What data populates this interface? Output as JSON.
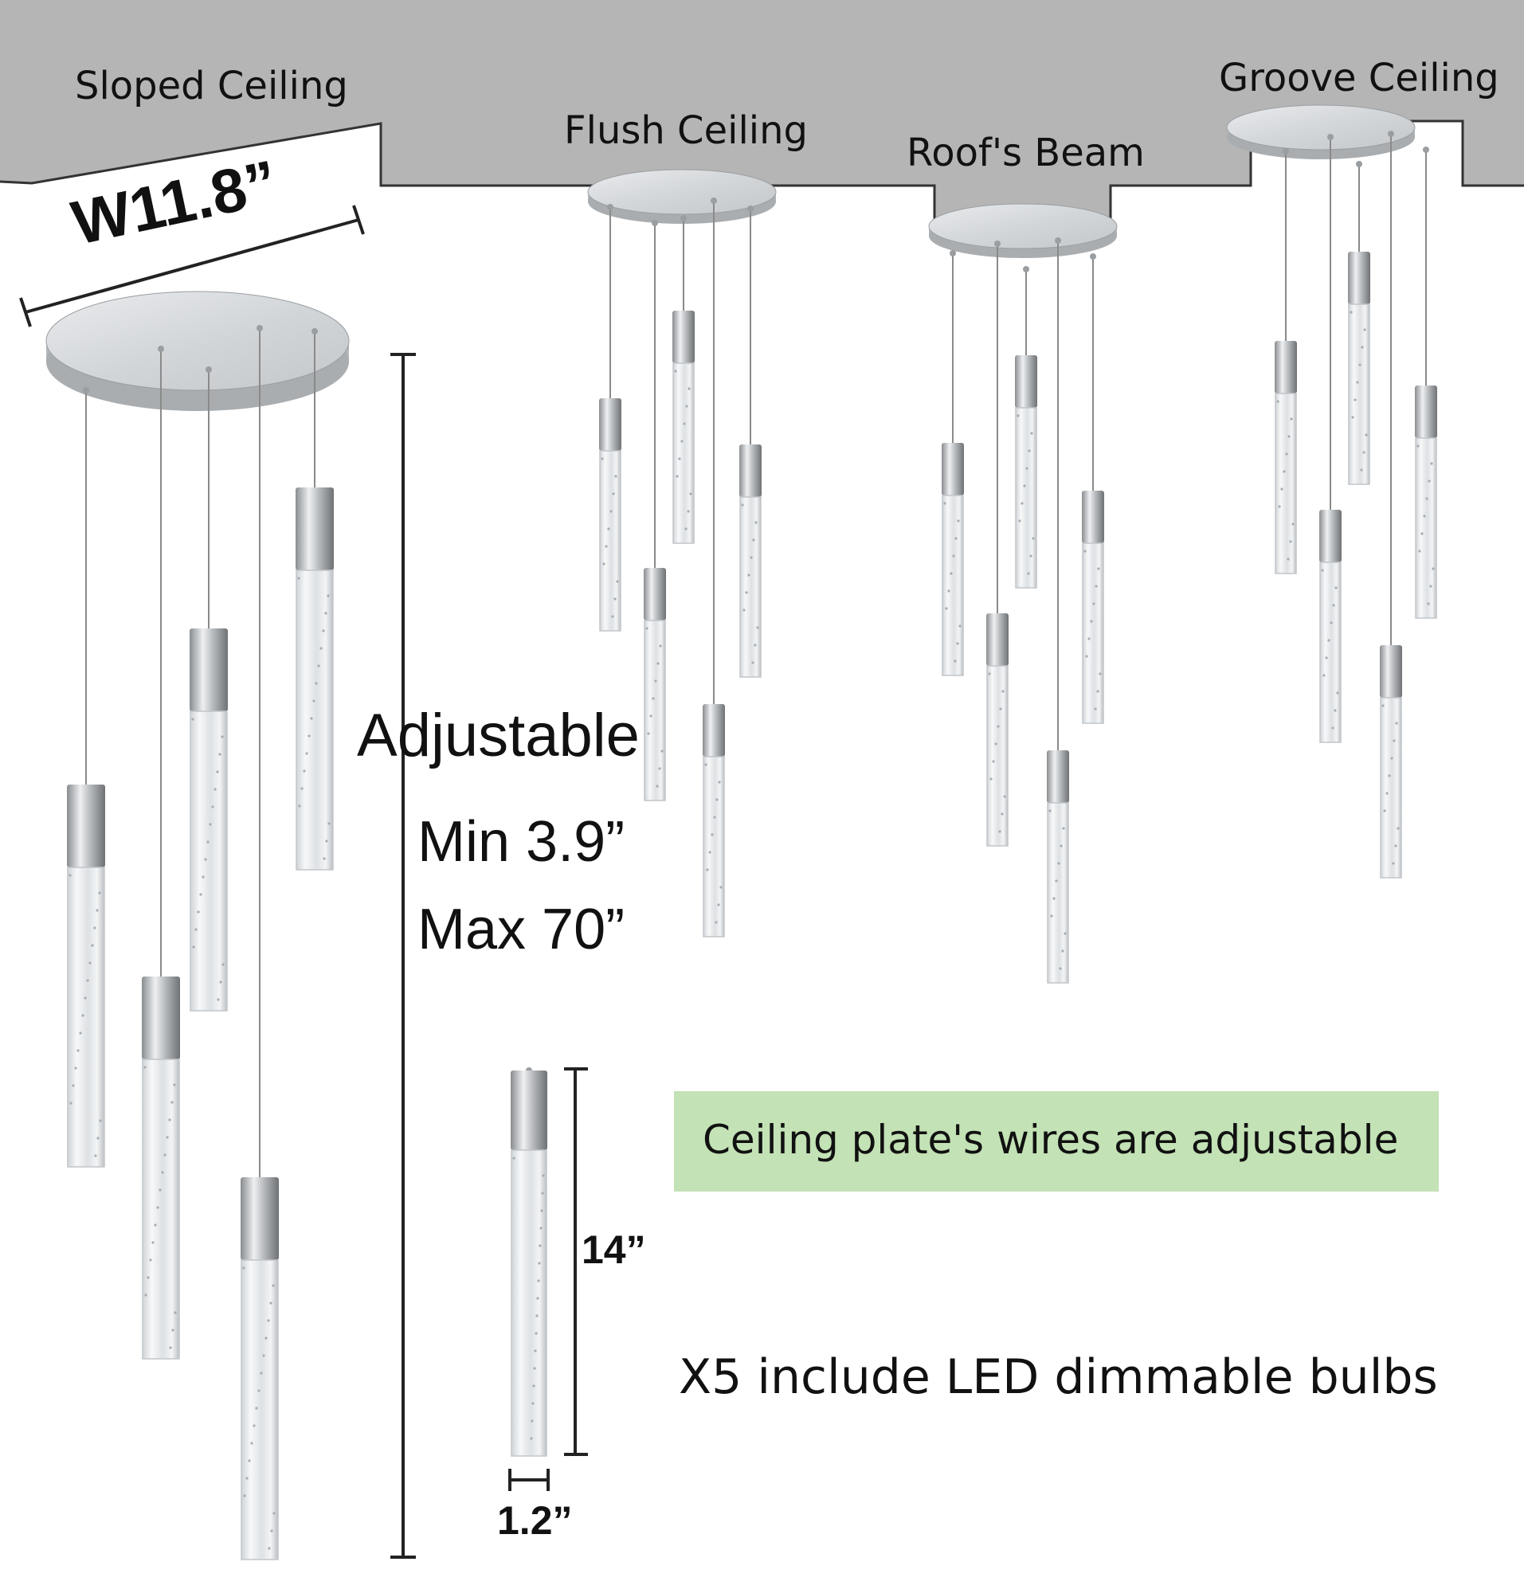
{
  "ceiling_types": {
    "sloped": "Sloped Ceiling",
    "flush": "Flush Ceiling",
    "beam": "Roof's Beam",
    "groove": "Groove Ceiling"
  },
  "dimensions": {
    "plate_width": "W11.8”",
    "adjustable": "Adjustable",
    "min_length": "Min 3.9”",
    "max_length": "Max 70”",
    "pendant_height": "14”",
    "pendant_diameter": "1.2”"
  },
  "notes": {
    "wires": "Ceiling plate's wires are adjustable",
    "bulbs": "X5 include LED dimmable bulbs"
  },
  "colors": {
    "ceiling": "#b5b5b5",
    "note_background": "#c3e2b5",
    "plate": "#d6d9dc"
  }
}
